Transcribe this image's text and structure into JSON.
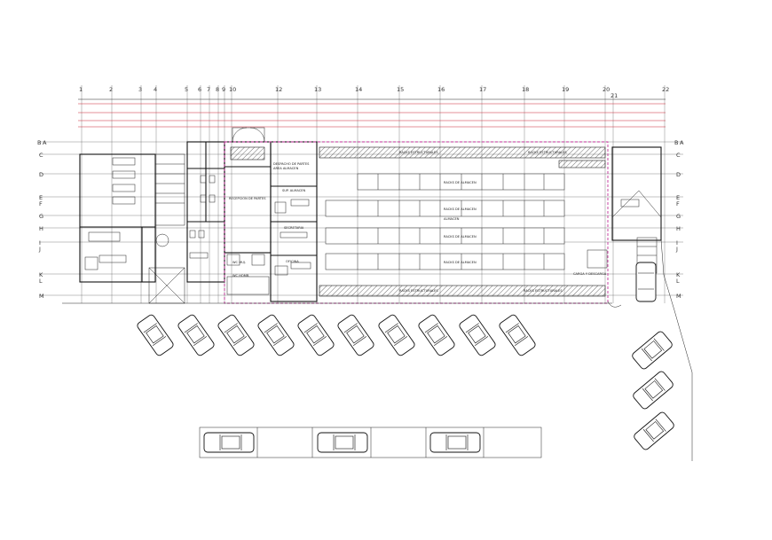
{
  "grid": {
    "columns": [
      "1",
      "2",
      "3",
      "4",
      "5",
      "6",
      "7",
      "8",
      "9",
      "10",
      "12",
      "13",
      "14",
      "15",
      "16",
      "17",
      "18",
      "19",
      "20",
      "21",
      "22"
    ],
    "rows_left": [
      "B",
      "A",
      "C",
      "D",
      "E",
      "F",
      "G",
      "H",
      "I",
      "J",
      "K",
      "L",
      "M"
    ],
    "rows_right": [
      "B",
      "A",
      "C",
      "D",
      "E",
      "F",
      "G",
      "H",
      "I",
      "J",
      "K",
      "L",
      "M"
    ]
  },
  "labels": {
    "racks_1": "RACKS DE ALMACEN",
    "racks_2": "RACKS DE ALMACEN",
    "racks_3": "RACKS DE ALMACEN",
    "racks_4": "RACKS DE ALMACEN",
    "pasillo_top_1": "RACKS ESTRUCTURALES",
    "pasillo_top_2": "RACKS ESTRUCTURALES",
    "pasillo_bottom_1": "RACKS ESTRUCTURALES",
    "pasillo_bottom_2": "RACKS ESTRUCTURALES",
    "despacho": "DESPACHO DE PARTES",
    "almacen_sub": "AREA ALMACEN",
    "recepcion": "RECEPCION DE PARTES",
    "sup_almacen": "SUP. ALMACEN",
    "oficina": "OFICINA",
    "secretaria": "SECRETARIA",
    "almacen_mid": "ALMACEN",
    "wc_hombres": "WC HOMB.",
    "wc_mujeres": "WC MUJ.",
    "carga": "CARGA Y DESCARGA"
  },
  "colors": {
    "line": "#111111",
    "dimension": "#cc2233",
    "boundary": "#c2319a"
  }
}
